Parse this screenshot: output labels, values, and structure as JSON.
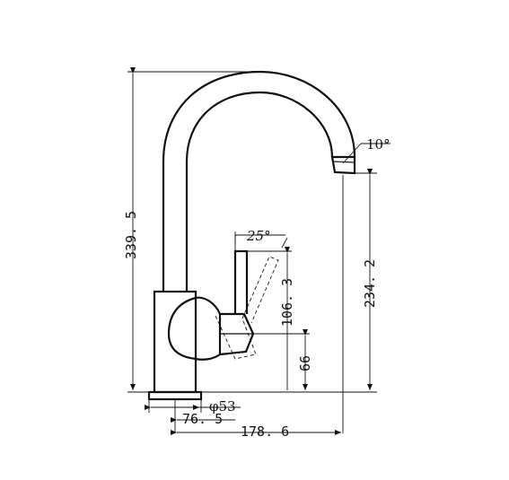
{
  "dimensions": {
    "total_height": "339. 5",
    "spout_height": "234. 2",
    "handle_height": "106. 3",
    "base_to_handle": "66",
    "base_diameter": "φ53",
    "body_offset": "76. 5",
    "spout_reach": "178. 6",
    "handle_angle": "25°",
    "spout_angle": "10°"
  }
}
